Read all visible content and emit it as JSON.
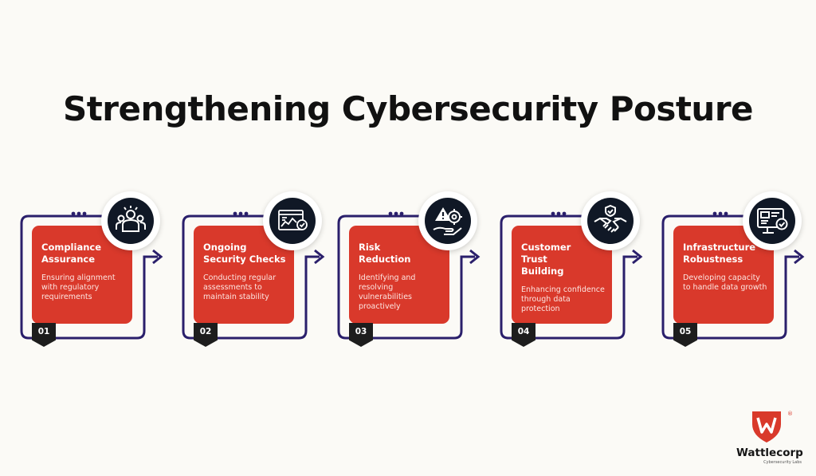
{
  "title": "Strengthening Cybersecurity Posture",
  "steps": [
    {
      "number": "01",
      "title": "Compliance\nAssurance",
      "description": "Ensuring alignment with regulatory requirements",
      "icon": "team-icon"
    },
    {
      "number": "02",
      "title": "Ongoing\nSecurity Checks",
      "description": "Conducting regular assessments to maintain stability",
      "icon": "analytics-dashboard-icon"
    },
    {
      "number": "03",
      "title": "Risk\nReduction",
      "description": "Identifying and resolving vulnerabilities proactively",
      "icon": "warning-gear-hand-icon"
    },
    {
      "number": "04",
      "title": "Customer\nTrust\nBuilding",
      "description": "Enhancing confidence through data protection",
      "icon": "handshake-shield-icon"
    },
    {
      "number": "05",
      "title": "Infrastructure\nRobustness",
      "description": "Developing capacity to handle data growth",
      "icon": "monitor-check-icon"
    }
  ],
  "colors": {
    "card": "#d9392b",
    "frame": "#2a1f6b",
    "icon_bg": "#101826",
    "badge": "#1d1d1d",
    "brand": "#d9392b"
  },
  "logo": {
    "name": "Wattlecorp",
    "tagline": "Cybersecurity Labs",
    "registered": "®"
  }
}
